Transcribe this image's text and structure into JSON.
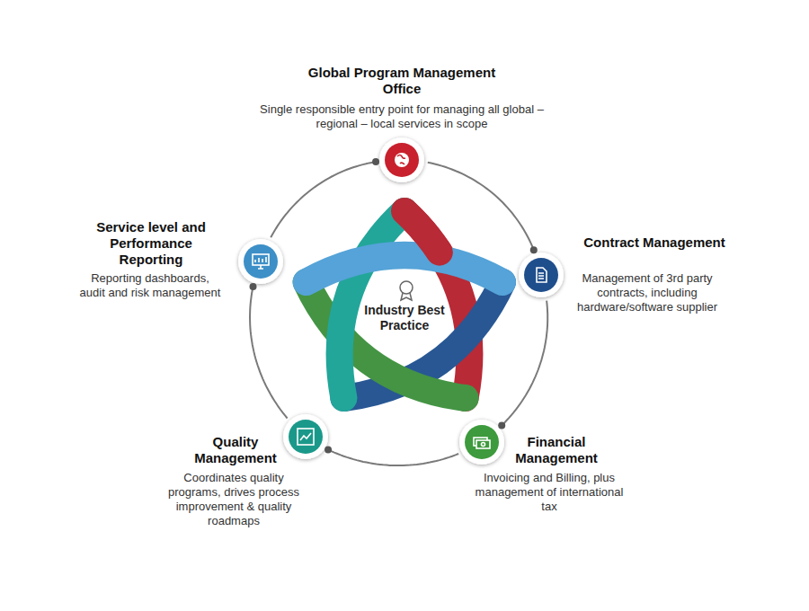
{
  "diagram": {
    "nodes": [
      {
        "text": [
          "Global Program Management Office",
          "Single responsible entry point for managing all global – regional – local services in scope"
        ]
      },
      {
        "text": [
          "Contract Management",
          "Management of 3rd party contracts, including hardware/software supplier"
        ]
      },
      {
        "text": [
          "Financial Management",
          "Invoicing and Billing, plus management of international tax"
        ]
      },
      {
        "text": [
          "Quality Management",
          "Coordinates quality programs, drives process improvement & quality roadmaps"
        ]
      },
      {
        "text": [
          "Service level and Performance Reporting",
          "Reporting dashboards, audit and risk management"
        ]
      }
    ],
    "edges": [
      {
        "from": 0,
        "to": 1,
        "arrow": "none"
      },
      {
        "from": 1,
        "to": 2,
        "arrow": "none"
      },
      {
        "from": 2,
        "to": 3,
        "arrow": "none"
      },
      {
        "from": 3,
        "to": 4,
        "arrow": "none"
      },
      {
        "from": 4,
        "to": 0,
        "arrow": "none"
      }
    ],
    "labels": [
      "Industry Best Practice"
    ]
  }
}
